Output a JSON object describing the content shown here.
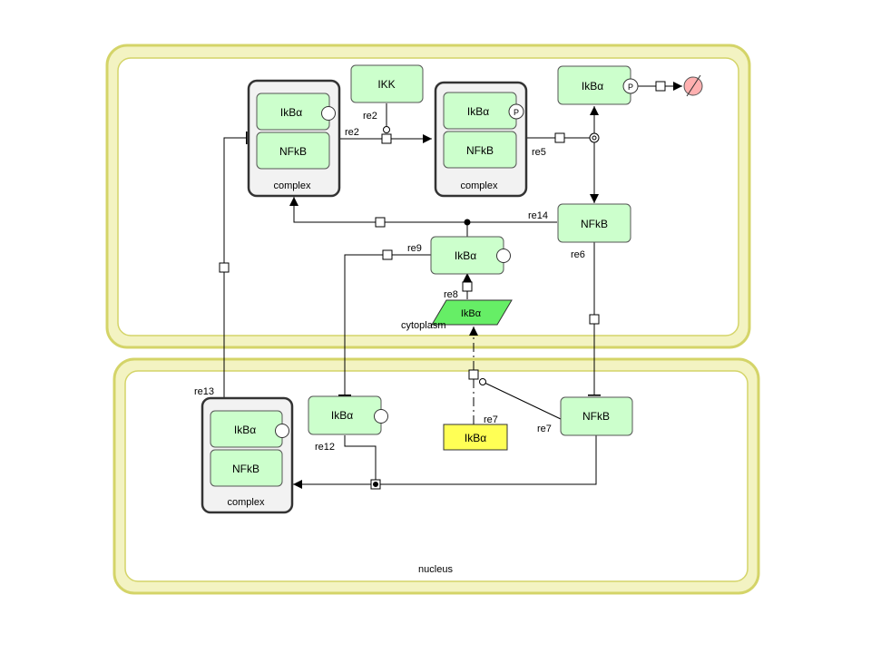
{
  "compartments": {
    "cytoplasm": "cytoplasm",
    "nucleus": "nucleus"
  },
  "species": {
    "ikk": "IKK",
    "ikba": "IkBα",
    "nfkb": "NFkB",
    "complex": "complex",
    "phospho_state": "P"
  },
  "reactions": {
    "re2_catalysis": "re2",
    "re2": "re2",
    "re5": "re5",
    "re6": "re6",
    "re7_translation": "re7",
    "re7": "re7",
    "re8": "re8",
    "re9": "re9",
    "re12": "re12",
    "re13": "re13",
    "re14": "re14"
  },
  "colors": {
    "compartment_border": "#d4d468",
    "compartment_fill": "#f3f3c2",
    "protein_fill": "#ccffcc",
    "protein_border": "#555555",
    "complex_fill": "#f2f2f2",
    "complex_border": "#333333",
    "rna_fill": "#66ee66",
    "gene_fill": "#ffff55",
    "degraded_fill": "#ffb0b0"
  }
}
